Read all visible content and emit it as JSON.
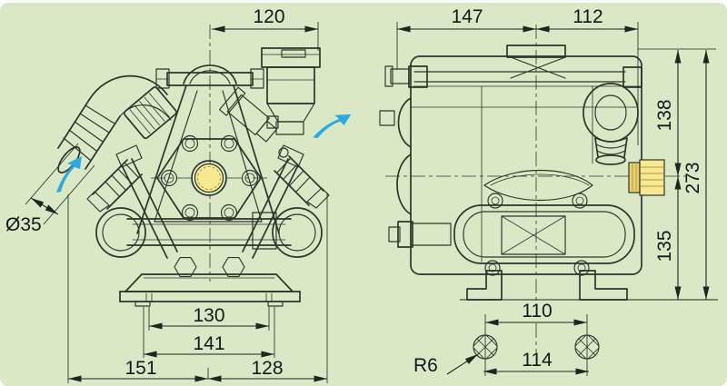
{
  "title": "Pump dimensional drawing, front and side views",
  "colors": {
    "paper": "#d9e8c5",
    "line": "#2e352c",
    "dim": "#20251f",
    "ink": "#15181a",
    "blue": "#2aaae2",
    "yellow": "#e9d26e",
    "yellow_light": "#f6e992",
    "yellow_dark": "#b1973f"
  },
  "front_view": {
    "name": "front-view",
    "dim_top_width": "120",
    "dim_inlet_diameter": "Ø35",
    "dim_base_slots": "130",
    "dim_base_plate": "141",
    "dim_overall_left": "151",
    "dim_overall_right": "128"
  },
  "side_view": {
    "name": "side-view",
    "dim_depth_left": "147",
    "dim_depth_right": "112",
    "dim_height_above_shaft": "138",
    "dim_height_total": "273",
    "dim_height_below_shaft": "135",
    "dim_foot_holes_inner": "110",
    "dim_foot_holes_outer": "114",
    "dim_hole_radius": "R6"
  }
}
